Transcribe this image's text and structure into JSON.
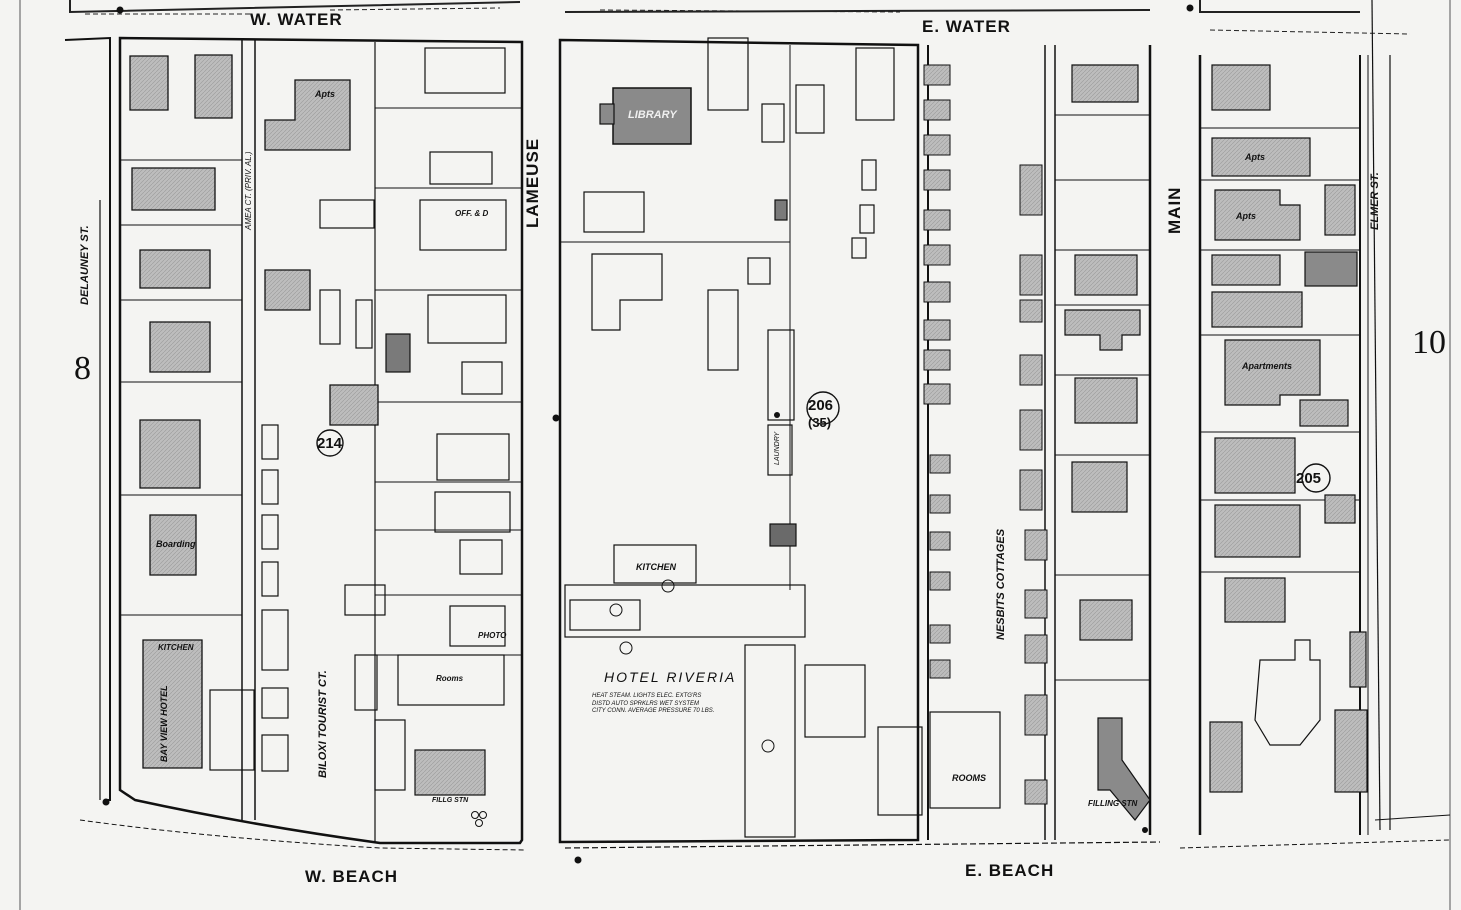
{
  "streets": {
    "w_water": "W. WATER",
    "e_water": "E. WATER",
    "w_beach": "W. BEACH",
    "e_beach": "E. BEACH",
    "lameuse": "LAMEUSE",
    "main": "MAIN",
    "elmer": "ELMER ST.",
    "delauney": "DELAUNEY ST.",
    "amea_ct": "AMEA CT. (PRIV. AL.)",
    "biloxi_tourist_ct": "BILOXI TOURIST CT.",
    "nesbits_cottages": "NESBITS COTTAGES"
  },
  "sheet_numbers": {
    "left": "8",
    "right": "10",
    "block_214": "214",
    "block_206": "206",
    "block_206_sub": "(35)",
    "block_205": "205"
  },
  "building_labels": {
    "library": "LIBRARY",
    "kitchen": "KITCHEN",
    "hotel_riveria": "HOTEL RIVERIA",
    "hotel_notes": [
      "HEAT STEAM. LIGHTS ELEC. EXTG'RS",
      "DISTD AUTO SPRKLRS WET SYSTEM",
      "CITY CONN. AVERAGE PRESSURE 70 LBS."
    ],
    "laundry": "LAUNDRY",
    "apts_1": "Apts",
    "apts_2": "Apts",
    "apts_3": "Apts",
    "apartments": "Apartments",
    "boarding": "Boarding",
    "bay_view_hotel": "BAY VIEW HOTEL",
    "kitchen_2": "KITCHEN",
    "rooms_1": "Rooms",
    "rooms_2": "ROOMS",
    "photo": "PHOTO",
    "filling_stn_1": "FILLING STN",
    "filling_stn_2": "FILLG STN",
    "office": "OFF. & D"
  },
  "colors": {
    "paper": "#f4f4f2",
    "ink": "#1a1a1a",
    "masonry_fill": "#c8c8c8",
    "dark_fill": "#7a7a7a"
  }
}
